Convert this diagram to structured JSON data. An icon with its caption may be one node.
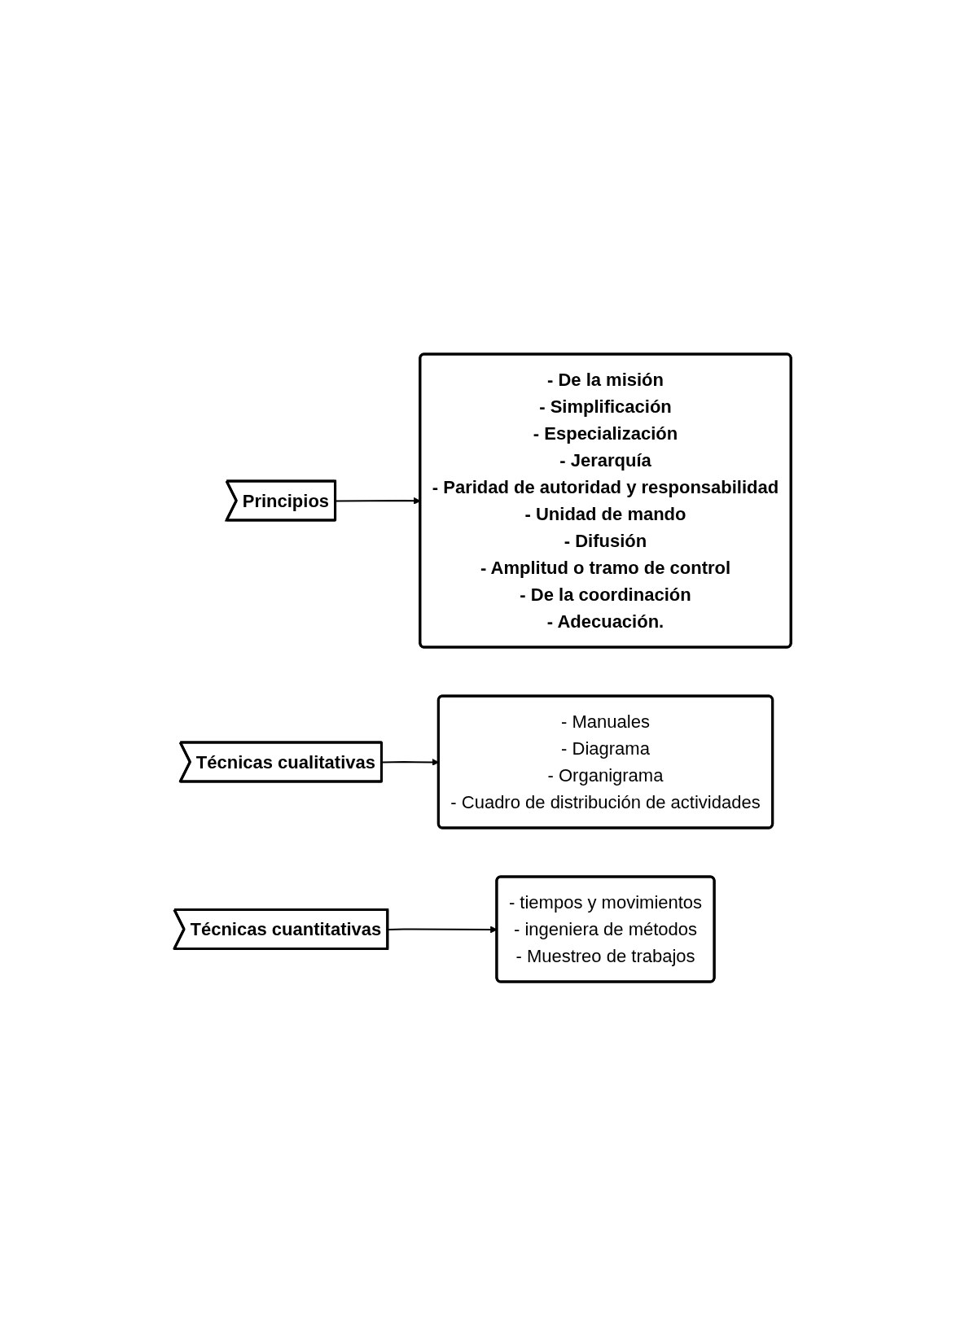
{
  "diagram": {
    "nodes": [
      {
        "text": [
          "Principios"
        ]
      },
      {
        "text": [
          "- De la misión",
          "- Simplificación",
          "- Especialización",
          "- Jerarquía",
          "- Paridad de autoridad y responsabilidad",
          "- Unidad de mando",
          "- Difusión",
          "- Amplitud o tramo de control",
          "- De la coordinación",
          "- Adecuación."
        ]
      },
      {
        "text": [
          "Técnicas cualitativas"
        ]
      },
      {
        "text": [
          "- Manuales",
          "- Diagrama",
          "- Organigrama",
          "- Cuadro de distribución de actividades"
        ]
      },
      {
        "text": [
          "Técnicas cuantitativas"
        ]
      },
      {
        "text": [
          "- tiempos y movimientos",
          "- ingeniera de métodos",
          "- Muestreo de trabajos"
        ]
      }
    ],
    "edges": [
      {
        "from": 0,
        "to": 1,
        "arrow": "to"
      },
      {
        "from": 2,
        "to": 3,
        "arrow": "to"
      },
      {
        "from": 4,
        "to": 5,
        "arrow": "to"
      }
    ]
  }
}
